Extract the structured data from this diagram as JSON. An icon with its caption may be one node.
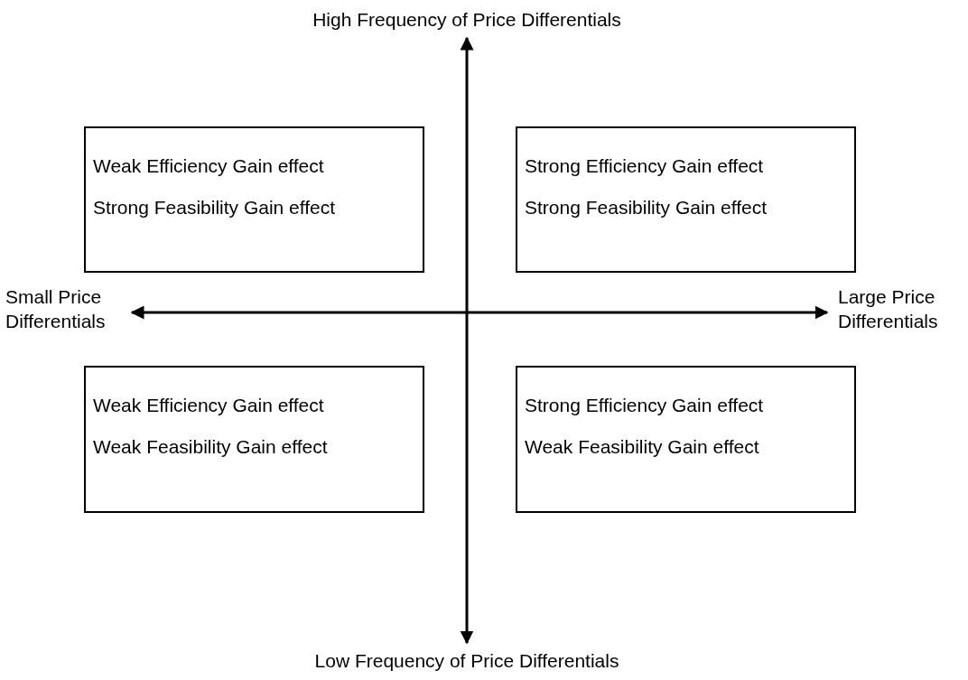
{
  "diagram": {
    "nodes": [
      {
        "text": [
          "Weak Efficiency Gain effect",
          "Strong Feasibility Gain effect"
        ]
      },
      {
        "text": [
          "Strong Efficiency Gain effect",
          "Strong Feasibility Gain effect"
        ]
      },
      {
        "text": [
          "Weak Efficiency Gain effect",
          "Weak Feasibility Gain effect"
        ]
      },
      {
        "text": [
          "Strong Efficiency Gain effect",
          "Weak Feasibility Gain effect"
        ]
      }
    ],
    "edges": [],
    "labels": [
      "High Frequency of Price Differentials",
      "Small Price Differentials",
      "Large Price Differentials",
      "Low Frequency of Price Differentials"
    ]
  }
}
